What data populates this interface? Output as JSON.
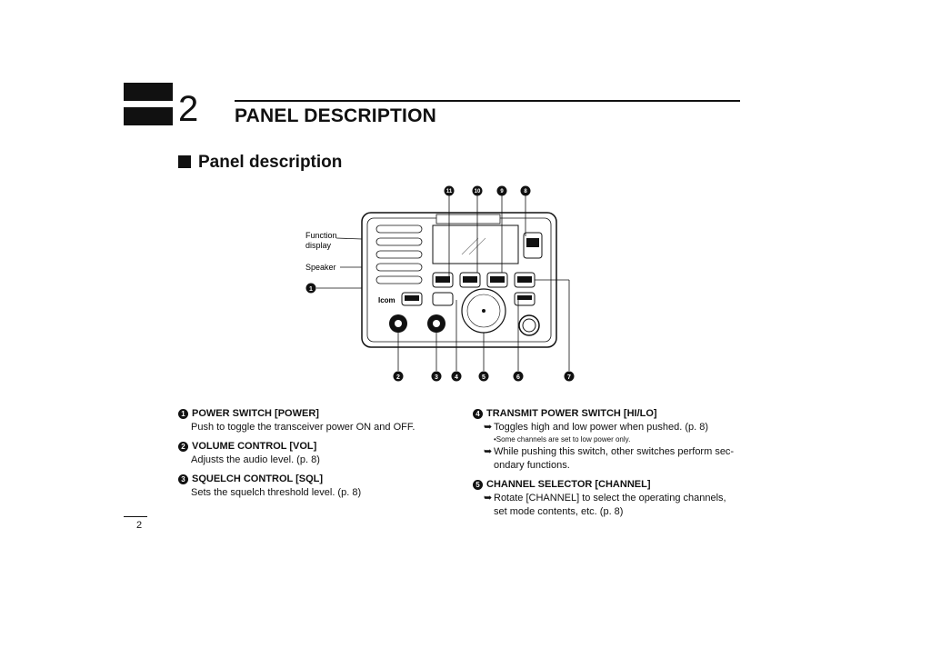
{
  "chapter": {
    "number": "2",
    "title": "PANEL DESCRIPTION"
  },
  "section": {
    "title": "Panel description"
  },
  "diagram": {
    "labels": {
      "function_display": "Function\ndisplay",
      "speaker": "Speaker"
    },
    "callouts_top": [
      "11",
      "10",
      "9",
      "8"
    ],
    "callouts_bottom": [
      "2",
      "3",
      "4",
      "5",
      "6",
      "7"
    ],
    "callout_left": "1",
    "brand": "Icom"
  },
  "left_items": [
    {
      "num": "1",
      "head": "POWER SWITCH [POWER]",
      "body": "Push to toggle the transceiver power ON and OFF."
    },
    {
      "num": "2",
      "head": "VOLUME CONTROL [VOL]",
      "body": "Adjusts the audio level. (p. 8)"
    },
    {
      "num": "3",
      "head": "SQUELCH CONTROL [SQL]",
      "body": "Sets the squelch threshold level. (p. 8)"
    }
  ],
  "right_items": [
    {
      "num": "4",
      "head": "TRANSMIT POWER SWITCH [HI/LO]",
      "b1": "Toggles high and low power when pushed. (p. 8)",
      "note": "•Some channels are set to low power only.",
      "b2": "While pushing this switch, other switches perform sec-ondary functions."
    },
    {
      "num": "5",
      "head": "CHANNEL SELECTOR [CHANNEL]",
      "b1": "Rotate [CHANNEL] to select the operating channels, set mode contents, etc. (p. 8)"
    }
  ],
  "page_number": "2"
}
